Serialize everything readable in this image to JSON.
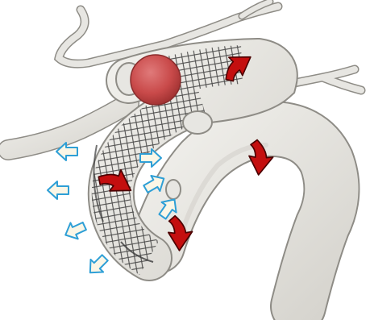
{
  "figure": {
    "background": "#ffffff",
    "vessel_color": "#e7e6e2",
    "vessel_shadow": "#b9b7b1",
    "vessel_outline": "#8e8c86",
    "stent_mesh_color": "#3b3b3b",
    "aneurysm_color": "#c94a4a",
    "aneurysm_highlight": "#db7070",
    "flow_arrow_color": "#c40f0f",
    "flow_arrow_outline": "#4a0000",
    "outflow_arrow_fill": "#fbf6e6",
    "outflow_arrow_stroke": "#2e9fd6"
  },
  "icons": {
    "flow_arrow": "curved-flow-arrow",
    "outflow_arrow": "hollow-block-arrow",
    "aneurysm": "red-sphere",
    "stent": "mesh-overlay"
  }
}
